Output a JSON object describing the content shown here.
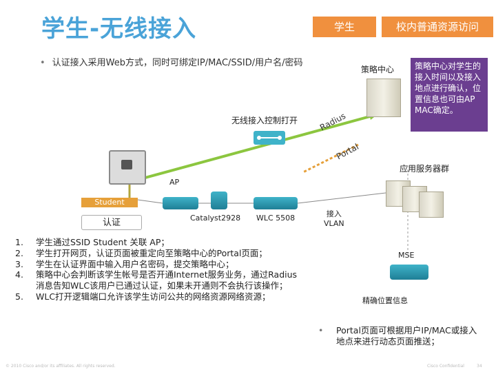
{
  "title": "学生-无线接入",
  "tags": {
    "student": "学生",
    "campus": "校内普通资源访问"
  },
  "intro_bullet": "认证接入采用Web方式，同时可绑定IP/MAC/SSID/用户名/密码",
  "labels": {
    "policy_center": "策略中心",
    "wireless_control": "无线接入控制打开",
    "radius": "Radius",
    "portal": "Portal",
    "app_server": "应用服务器群",
    "ap": "AP",
    "student": "Student",
    "auth": "认证",
    "catalyst": "Catalyst2928",
    "wlc": "WLC 5508",
    "vlan": "接入\nVLAN",
    "mse": "MSE",
    "precise_location": "精确位置信息"
  },
  "policy_note": "策略中心对学生的接入时间以及接入地点进行确认，位置信息也可由AP MAC确定。",
  "steps": [
    {
      "num": "1.",
      "text": "学生通过SSID Student 关联 AP；"
    },
    {
      "num": "2.",
      "text": "学生打开网页，认证页面被重定向至策略中心的Portal页面；"
    },
    {
      "num": "3.",
      "text": "学生在认证界面中输入用户名密码，提交策略中心；"
    },
    {
      "num": "4.",
      "text": "策略中心会判断该学生帐号是否开通Internet服务业务，通过Radius消息告知WLC该用户已通过认证，如果未开通则不会执行该操作；"
    },
    {
      "num": "5.",
      "text": "WLC打开逻辑端口允许该学生访问公共的网络资源网络资源；"
    }
  ],
  "bottom_note": "Portal页面可根据用户IP/MAC或接入地点来进行动态页面推送；",
  "footer": {
    "left": "© 2010 Cisco and/or its affiliates. All rights reserved.",
    "center": "Cisco Confidential",
    "page": "34"
  },
  "colors": {
    "title": "#4aa3d8",
    "orange": "#f0903e",
    "purple": "#6b3e90",
    "green_arrow": "#8cc63f"
  }
}
